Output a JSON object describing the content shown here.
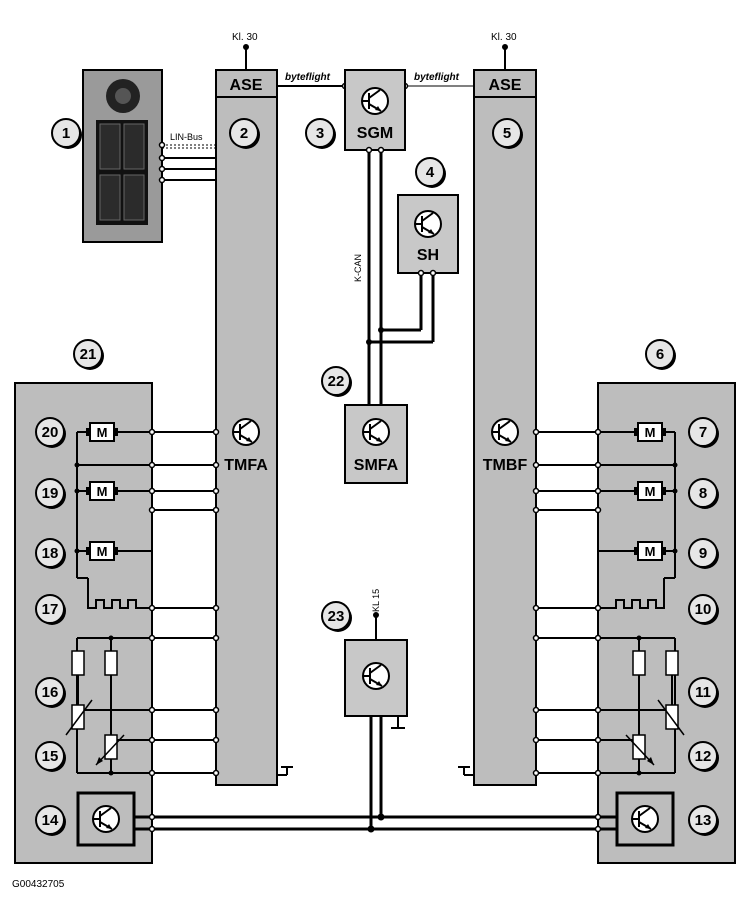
{
  "kl30_left": "Kl. 30",
  "kl30_right": "Kl. 30",
  "ase_left": "ASE",
  "ase_right": "ASE",
  "byteflight_left": "byteflight",
  "byteflight_right": "byteflight",
  "sgm": "SGM",
  "sh": "SH",
  "smfa": "SMFA",
  "tmfa": "TMFA",
  "tmbf": "TMBF",
  "kcan": "K-CAN",
  "lin_bus": "LIN-Bus",
  "kl15": "KL 15",
  "figure_id": "G00432705",
  "callouts": [
    "1",
    "2",
    "3",
    "4",
    "5",
    "6",
    "7",
    "8",
    "9",
    "10",
    "11",
    "12",
    "13",
    "14",
    "15",
    "16",
    "17",
    "18",
    "19",
    "20",
    "21",
    "22",
    "23"
  ],
  "motor_symbol": "M"
}
